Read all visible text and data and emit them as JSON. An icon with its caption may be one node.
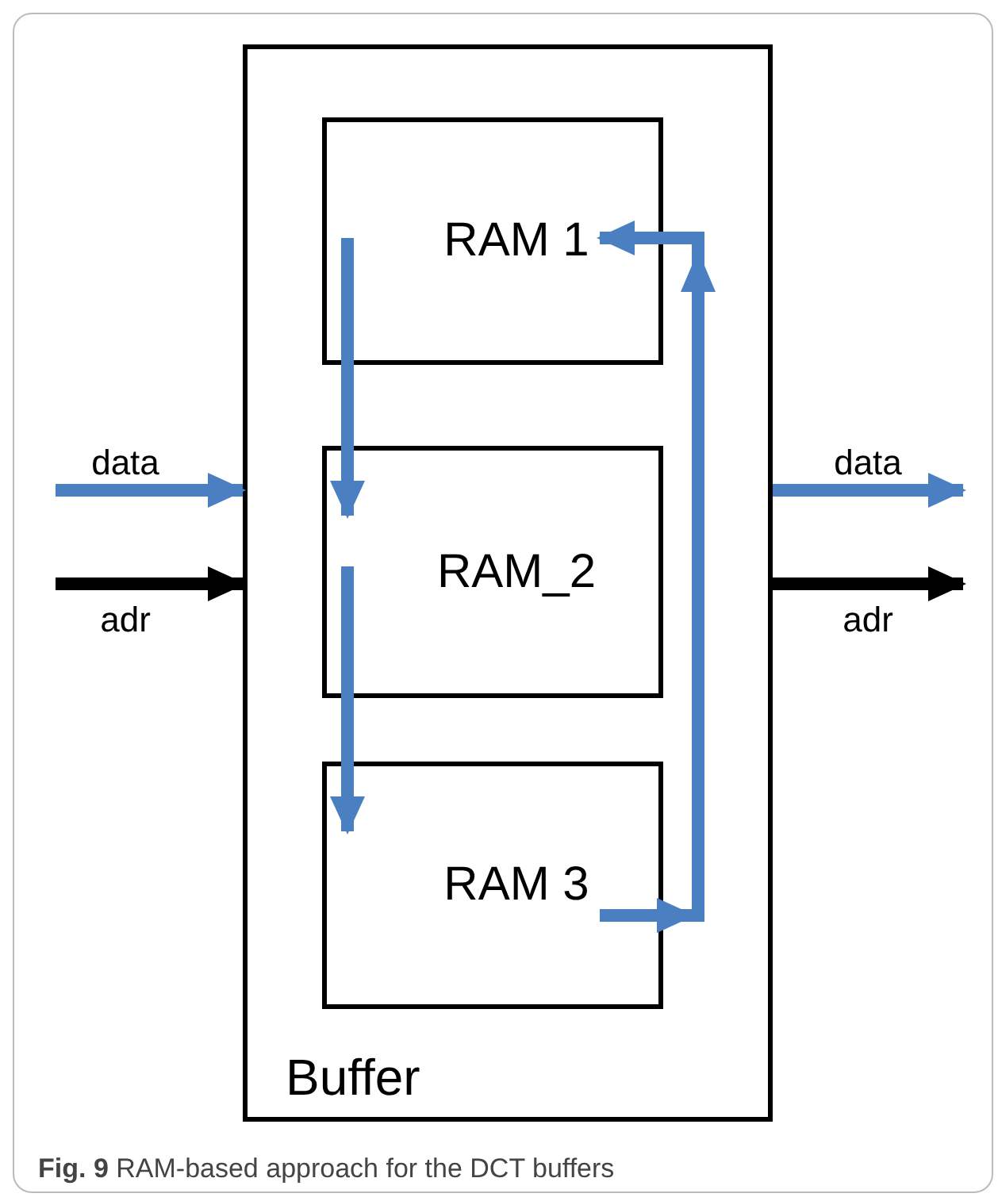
{
  "diagram": {
    "caption": "**Fig. 9** RAM-based approach for the DCT buffers",
    "nodes": [
      {
        "text": [
          "Buffer"
        ]
      },
      {
        "text": [
          "RAM 1"
        ],
        "in": 0
      },
      {
        "text": [
          "RAM_2"
        ],
        "in": 0
      },
      {
        "text": [
          "RAM 3"
        ],
        "in": 0
      }
    ],
    "edges": [
      {
        "from": null,
        "to": 0,
        "arrow": "to",
        "label": "data"
      },
      {
        "from": null,
        "to": 0,
        "arrow": "to",
        "label": "adr",
        "color": "#000000"
      },
      {
        "from": 0,
        "to": null,
        "arrow": "to",
        "label": "data"
      },
      {
        "from": 0,
        "to": null,
        "arrow": "to",
        "label": "adr",
        "color": "#000000"
      },
      {
        "from": 1,
        "to": 2,
        "arrow": "to"
      },
      {
        "from": 2,
        "to": 3,
        "arrow": "to"
      },
      {
        "from": 3,
        "to": 1,
        "arrow": "to"
      }
    ]
  }
}
